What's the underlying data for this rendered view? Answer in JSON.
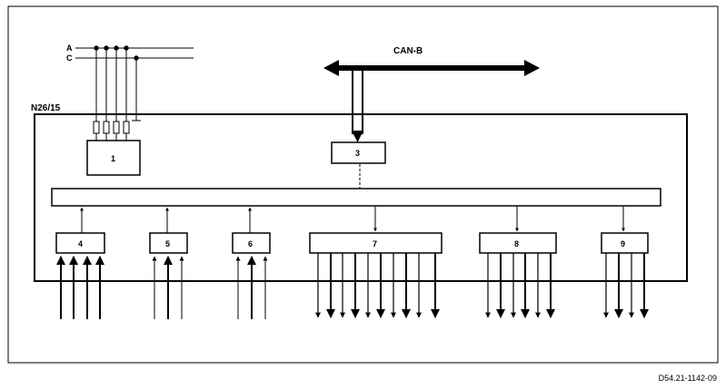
{
  "diagram": {
    "bus_label": "CAN-B",
    "module_label": "N26/15",
    "line_labels": [
      "A",
      "C"
    ],
    "blocks": [
      "1",
      "3",
      "4",
      "5",
      "6",
      "7",
      "8",
      "9"
    ],
    "reference": "D54.21-1142-09"
  }
}
